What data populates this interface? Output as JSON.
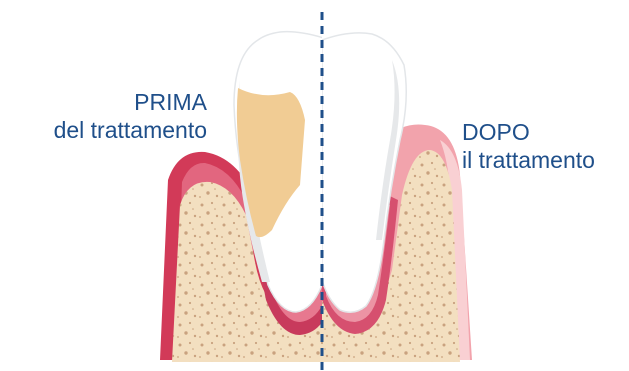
{
  "labels": {
    "before": {
      "line1": "PRIMA",
      "line2": "del trattamento"
    },
    "after": {
      "line1": "DOPO",
      "line2": "il trattamento"
    }
  },
  "colors": {
    "text": "#1f4f8a",
    "divider": "#1f4f8a",
    "bone": "#f3dfc0",
    "bone_dots": "#c9a27f",
    "gum_inflamed": "#d23a58",
    "gum_inflamed_light": "#ee8aa0",
    "gum_healthy": "#f2a3ac",
    "gum_healthy_light": "#f9d0d3",
    "tooth": "#ffffff",
    "tooth_shade": "#e6e8ea",
    "tartar": "#f1cc94",
    "root_socket": "#c83a5c"
  },
  "icons": [
    "tooth-icon",
    "inflamed-gum-icon",
    "healthy-gum-icon",
    "bone-icon",
    "tartar-icon",
    "divider-line"
  ]
}
